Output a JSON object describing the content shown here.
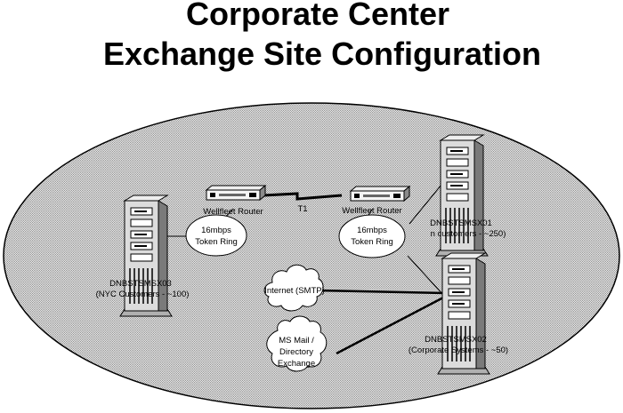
{
  "title": {
    "line1": "Corporate Center",
    "line2": "Exchange Site Configuration"
  },
  "servers": {
    "sx03": {
      "name": "DNBSTSMSX03",
      "desc": "(NYC Customers - ~100)"
    },
    "sx01": {
      "name": "DNBSTSMSX01",
      "desc": "n customers - ~250)"
    },
    "sx02": {
      "name": "DNBSTSMSX02",
      "desc": "(Corporate Systems - ~50)"
    }
  },
  "routers": {
    "left": {
      "label": "Wellfleet Router"
    },
    "right": {
      "label": "Wellfleet Router"
    }
  },
  "links": {
    "wan_label": "T1"
  },
  "rings": {
    "left": {
      "line1": "16mbps",
      "line2": "Token Ring"
    },
    "right": {
      "line1": "16mbps",
      "line2": "Token Ring"
    }
  },
  "clouds": {
    "internet": {
      "line1": "Internet (SMTP)"
    },
    "msmail": {
      "line1": "MS Mail /",
      "line2": "Directory",
      "line3": "Exchange"
    }
  },
  "colors": {
    "background": "#ffffff",
    "ellipse_fill": "#d3d3d3",
    "line": "#000000"
  },
  "icons": {
    "server": "server-tower-icon",
    "router": "router-icon",
    "cloud": "cloud-icon",
    "lightning": "wan-lightning-icon"
  }
}
